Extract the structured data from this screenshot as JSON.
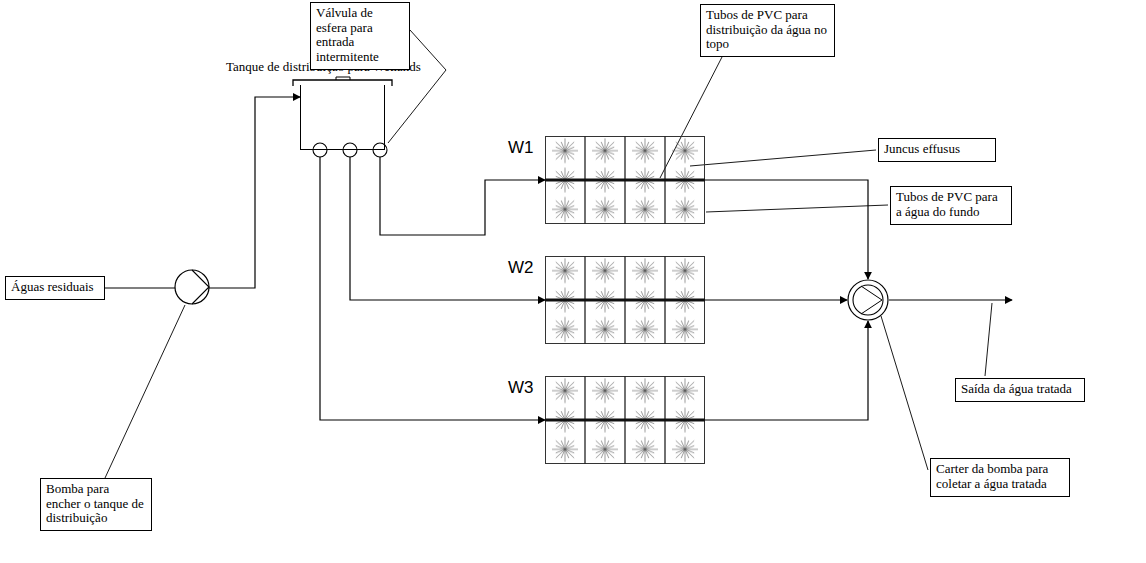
{
  "diagram": {
    "nodes": [
      {
        "text": [
          "Águas residuais"
        ]
      },
      {
        "text": [
          "Bomba para encher o tanque de distribuição"
        ]
      },
      {
        "text": [
          "Tanque de distribuição para Wetlands"
        ]
      },
      {
        "text": [
          "Válvula de esfera para entrada intermitente"
        ]
      },
      {
        "text": [
          "Tubos de PVC para distribuição da água no topo"
        ]
      },
      {
        "text": [
          "W1"
        ]
      },
      {
        "text": [
          "Juncus effusus"
        ]
      },
      {
        "text": [
          "Tubos de PVC para a água do fundo"
        ]
      },
      {
        "text": [
          "W2"
        ]
      },
      {
        "text": [
          "W3"
        ]
      },
      {
        "text": [
          "Saída da água tratada"
        ]
      },
      {
        "text": [
          "Carter da bomba para coletar a água tratada"
        ]
      }
    ],
    "edges": [
      {
        "from": 0,
        "to": 2,
        "arrow": "to"
      },
      {
        "from": 2,
        "to": 5,
        "arrow": "to"
      },
      {
        "from": 2,
        "to": 8,
        "arrow": "to"
      },
      {
        "from": 2,
        "to": 9,
        "arrow": "to"
      }
    ]
  }
}
